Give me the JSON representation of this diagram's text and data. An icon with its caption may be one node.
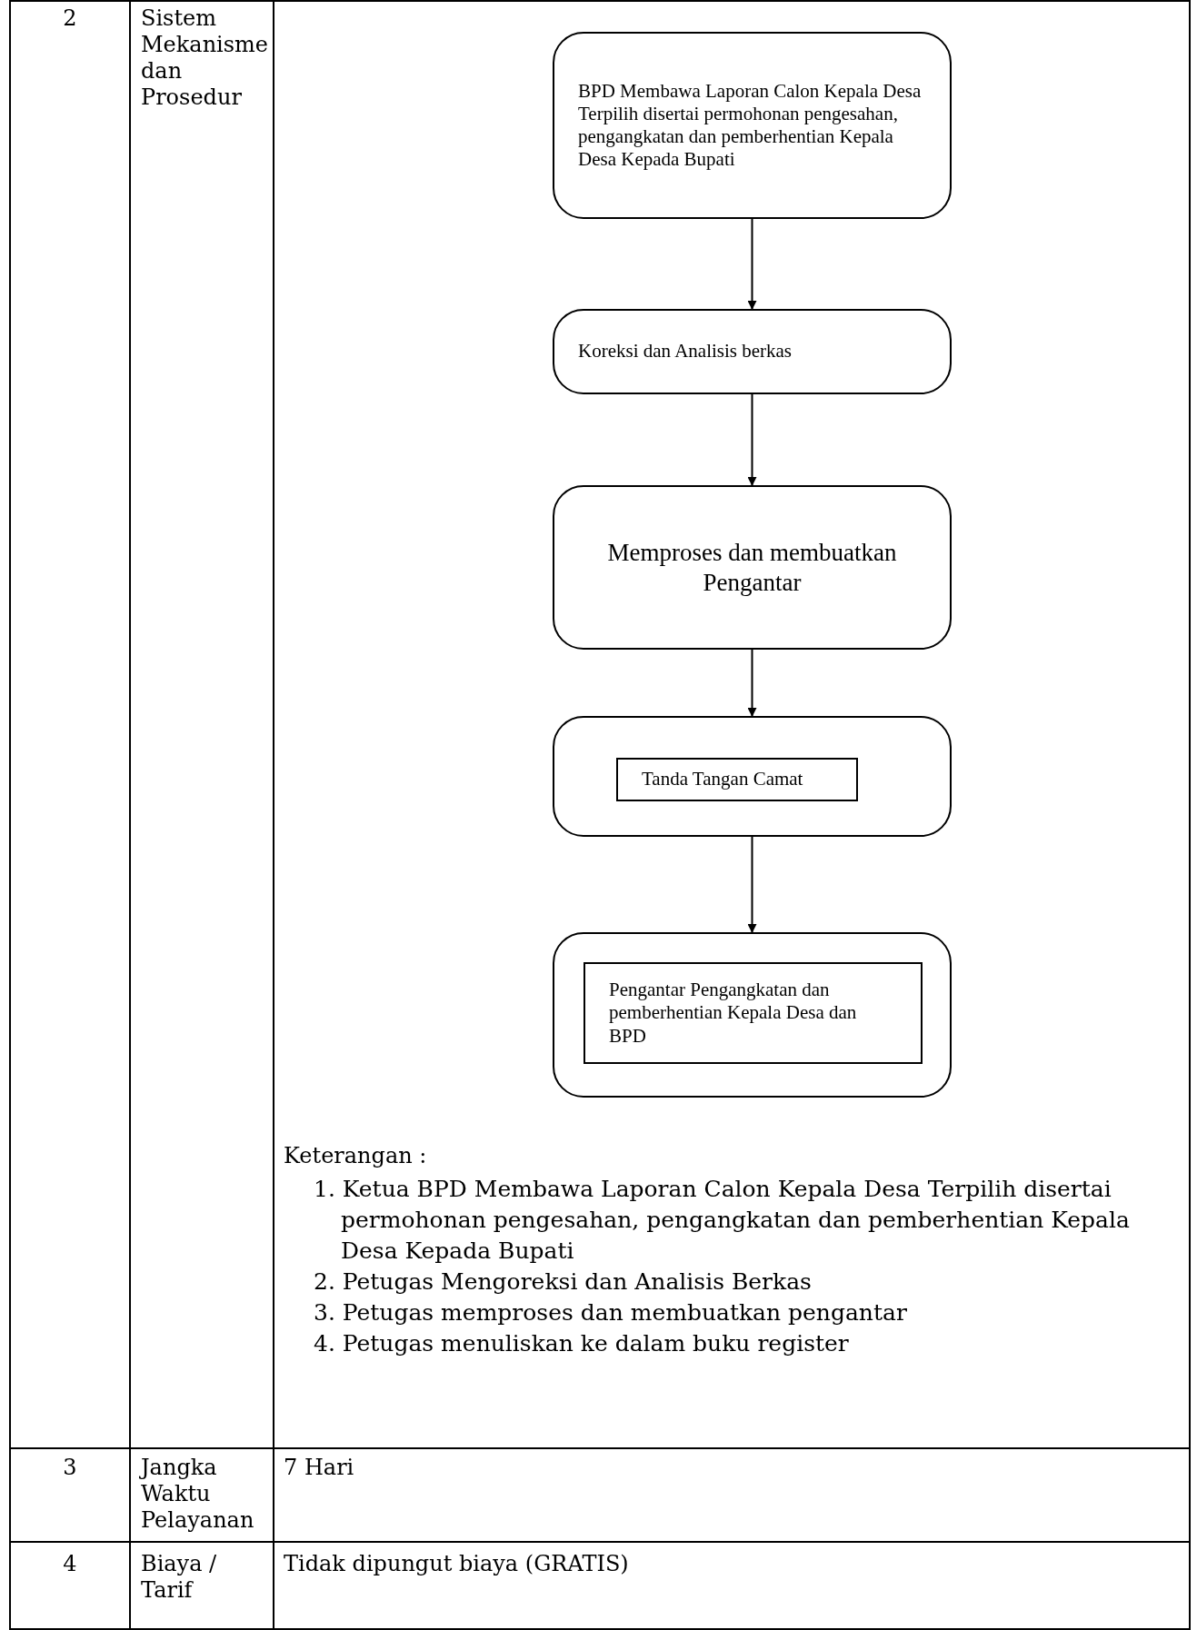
{
  "diagram": {
    "nodes": [
      {
        "text": [
          "BPD Membawa Laporan Calon Kepala Desa Terpilih disertai permohonan pengesahan, pengangkatan dan pemberhentian Kepala Desa Kepada Bupati"
        ]
      },
      {
        "text": [
          "Koreksi dan Analisis berkas"
        ]
      },
      {
        "text": [
          "Memproses dan membuatkan Pengantar"
        ]
      },
      {
        "text": [],
        "shape": "box"
      },
      {
        "text": [
          "Tanda Tangan Camat"
        ],
        "in": 3
      },
      {
        "text": [],
        "shape": "box"
      },
      {
        "text": [
          "Pengantar Pengangkatan dan pemberhentian Kepala Desa dan BPD"
        ],
        "in": 5
      }
    ],
    "edges": [
      {
        "from": 0,
        "to": 1,
        "arrow": "to"
      },
      {
        "from": 1,
        "to": 2,
        "arrow": "to"
      },
      {
        "from": 2,
        "to": 3,
        "arrow": "to"
      },
      {
        "from": 3,
        "to": 5,
        "arrow": "to"
      }
    ],
    "labels": [
      "2",
      "Sistem Mekanisme dan Prosedur",
      "Keterangan :",
      "1. Ketua BPD Membawa Laporan Calon Kepala Desa Terpilih disertai permohonan pengesahan, pengangkatan dan pemberhentian Kepala Desa Kepada Bupati",
      "2. Petugas Mengoreksi dan Analisis Berkas",
      "3. Petugas memproses dan membuatkan pengantar",
      "4. Petugas menuliskan ke dalam buku register",
      "3",
      "Jangka Waktu Pelayanan",
      "7 Hari",
      "4",
      "Biaya / Tarif",
      "Tidak dipungut biaya (GRATIS)"
    ]
  }
}
